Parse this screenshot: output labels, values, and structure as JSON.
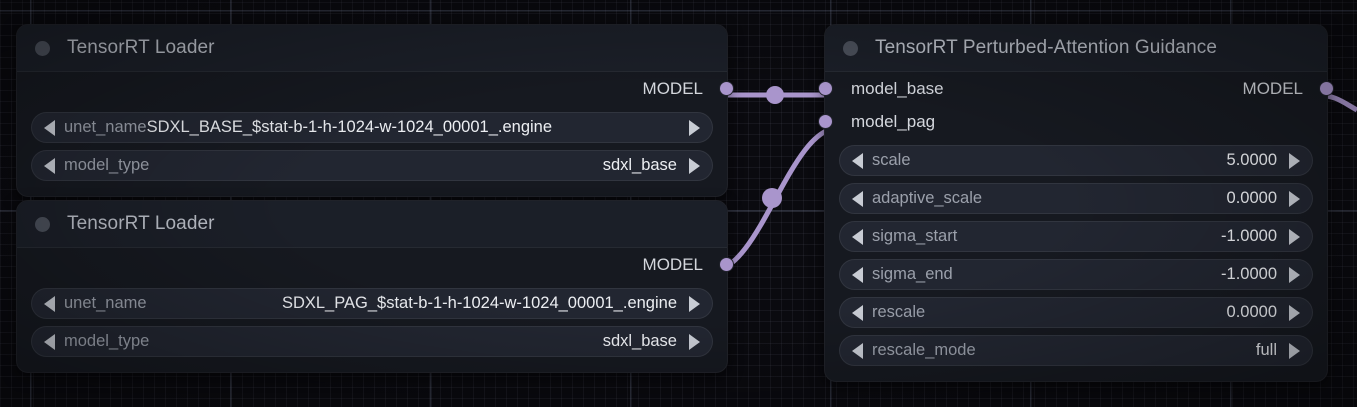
{
  "canvas": {
    "background_color": "#0a0a0f",
    "grid_line_color": "#78829f",
    "link_color": "#a995cc"
  },
  "nodes": [
    {
      "id": "tensorrt-loader-base",
      "title": "TensorRT Loader",
      "collapse_icon": "circle-dot-icon",
      "outputs": [
        {
          "label": "MODEL",
          "type": "MODEL",
          "connected": true
        }
      ],
      "inputs": [],
      "widgets": [
        {
          "name": "unet_name",
          "value": "SDXL_BASE_$stat-b-1-h-1024-w-1024_00001_.engine",
          "kind": "combo"
        },
        {
          "name": "model_type",
          "value": "sdxl_base",
          "kind": "combo"
        }
      ]
    },
    {
      "id": "tensorrt-loader-pag",
      "title": "TensorRT Loader",
      "collapse_icon": "circle-dot-icon",
      "outputs": [
        {
          "label": "MODEL",
          "type": "MODEL",
          "connected": true
        }
      ],
      "inputs": [],
      "widgets": [
        {
          "name": "unet_name",
          "value": "SDXL_PAG_$stat-b-1-h-1024-w-1024_00001_.engine",
          "kind": "combo"
        },
        {
          "name": "model_type",
          "value": "sdxl_base",
          "kind": "combo"
        }
      ]
    },
    {
      "id": "tensorrt-perturbed-attention-guidance",
      "title": "TensorRT Perturbed-Attention Guidance",
      "collapse_icon": "circle-dot-icon",
      "inputs": [
        {
          "label": "model_base",
          "type": "MODEL",
          "connected": true
        },
        {
          "label": "model_pag",
          "type": "MODEL",
          "connected": true
        }
      ],
      "outputs": [
        {
          "label": "MODEL",
          "type": "MODEL",
          "connected": true
        }
      ],
      "widgets": [
        {
          "name": "scale",
          "value": "5.0000",
          "kind": "number"
        },
        {
          "name": "adaptive_scale",
          "value": "0.0000",
          "kind": "number"
        },
        {
          "name": "sigma_start",
          "value": "-1.0000",
          "kind": "number"
        },
        {
          "name": "sigma_end",
          "value": "-1.0000",
          "kind": "number"
        },
        {
          "name": "rescale",
          "value": "0.0000",
          "kind": "number"
        },
        {
          "name": "rescale_mode",
          "value": "full",
          "kind": "combo"
        }
      ]
    }
  ],
  "links": [
    {
      "from": "tensorrt-loader-base",
      "from_slot": "MODEL",
      "to": "tensorrt-perturbed-attention-guidance",
      "to_slot": "model_base"
    },
    {
      "from": "tensorrt-loader-pag",
      "from_slot": "MODEL",
      "to": "tensorrt-perturbed-attention-guidance",
      "to_slot": "model_pag"
    },
    {
      "from": "tensorrt-perturbed-attention-guidance",
      "from_slot": "MODEL",
      "to": "offscreen",
      "to_slot": ""
    }
  ]
}
